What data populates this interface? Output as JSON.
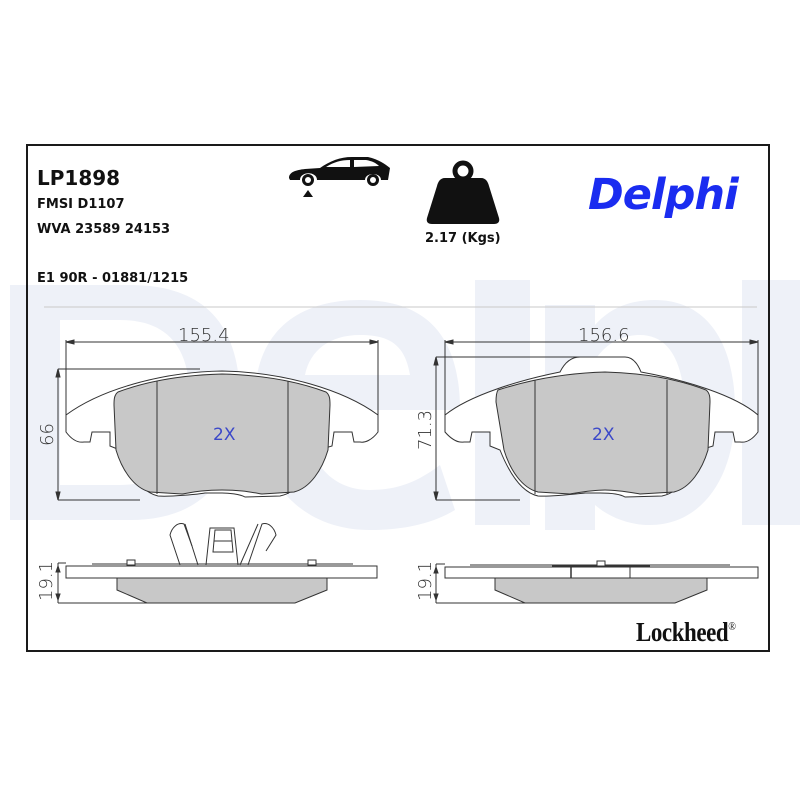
{
  "product": {
    "part_number": "LP1898",
    "fmsi": "FMSI D1107",
    "wva": "WVA 23589 24153",
    "approval": "E1 90R - 01881/1215",
    "weight_label": "2.17 (Kgs)"
  },
  "icons": {
    "vehicle": "car-front-axle-icon",
    "weight": "weight-icon"
  },
  "brand": {
    "logo": "Delphi",
    "logo_color": "#1a2cf0",
    "secondary_logo": "Lockheed",
    "registered_mark": "®",
    "watermark": "Delphi",
    "watermark_color": "#eef1f8"
  },
  "drawings": {
    "left_pad": {
      "width_dim": "155.4",
      "height_dim": "66",
      "quantity": "2X",
      "thickness_dim": "19.1"
    },
    "right_pad": {
      "width_dim": "156.6",
      "height_dim": "71.3",
      "quantity": "2X",
      "thickness_dim": "19.1"
    },
    "pad_fill_color": "#c8c8c8",
    "line_color": "#333333"
  }
}
